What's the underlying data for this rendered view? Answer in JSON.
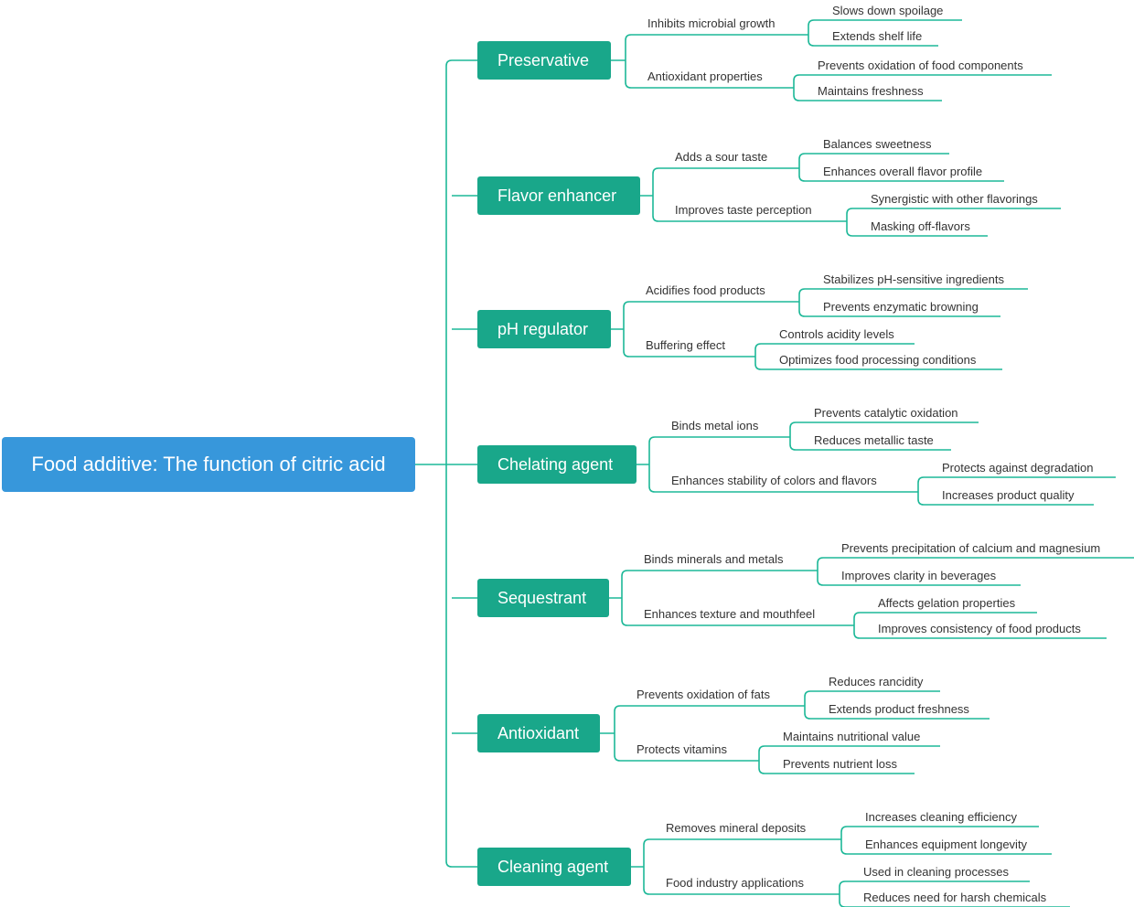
{
  "root": "Food additive: The function of citric acid",
  "colors": {
    "root": "#3797db",
    "branch": "#19a78a",
    "line": "#1db898"
  },
  "branches": [
    {
      "label": "Preservative",
      "subs": [
        {
          "label": "Inhibits microbial growth",
          "leaves": [
            "Slows down spoilage",
            "Extends shelf life"
          ]
        },
        {
          "label": "Antioxidant properties",
          "leaves": [
            "Prevents oxidation of food components",
            "Maintains freshness"
          ]
        }
      ]
    },
    {
      "label": "Flavor enhancer",
      "subs": [
        {
          "label": "Adds a sour taste",
          "leaves": [
            "Balances sweetness",
            "Enhances overall flavor profile"
          ]
        },
        {
          "label": "Improves taste perception",
          "leaves": [
            "Synergistic with other flavorings",
            "Masking off-flavors"
          ]
        }
      ]
    },
    {
      "label": "pH regulator",
      "subs": [
        {
          "label": "Acidifies food products",
          "leaves": [
            "Stabilizes pH-sensitive ingredients",
            "Prevents enzymatic browning"
          ]
        },
        {
          "label": "Buffering effect",
          "leaves": [
            "Controls acidity levels",
            "Optimizes food processing conditions"
          ]
        }
      ]
    },
    {
      "label": "Chelating agent",
      "subs": [
        {
          "label": "Binds metal ions",
          "leaves": [
            "Prevents catalytic oxidation",
            "Reduces metallic taste"
          ]
        },
        {
          "label": "Enhances stability of colors and flavors",
          "leaves": [
            "Protects against degradation",
            "Increases product quality"
          ]
        }
      ]
    },
    {
      "label": "Sequestrant",
      "subs": [
        {
          "label": "Binds minerals and metals",
          "leaves": [
            "Prevents precipitation of calcium and magnesium",
            "Improves clarity in beverages"
          ]
        },
        {
          "label": "Enhances texture and mouthfeel",
          "leaves": [
            "Affects gelation properties",
            "Improves consistency of food products"
          ]
        }
      ]
    },
    {
      "label": "Antioxidant",
      "subs": [
        {
          "label": "Prevents oxidation of fats",
          "leaves": [
            "Reduces rancidity",
            "Extends product freshness"
          ]
        },
        {
          "label": "Protects vitamins",
          "leaves": [
            "Maintains nutritional value",
            "Prevents nutrient loss"
          ]
        }
      ]
    },
    {
      "label": "Cleaning agent",
      "subs": [
        {
          "label": "Removes mineral deposits",
          "leaves": [
            "Increases cleaning efficiency",
            "Enhances equipment longevity"
          ]
        },
        {
          "label": "Food industry applications",
          "leaves": [
            "Used in cleaning processes",
            "Reduces need for harsh chemicals"
          ]
        }
      ]
    }
  ]
}
